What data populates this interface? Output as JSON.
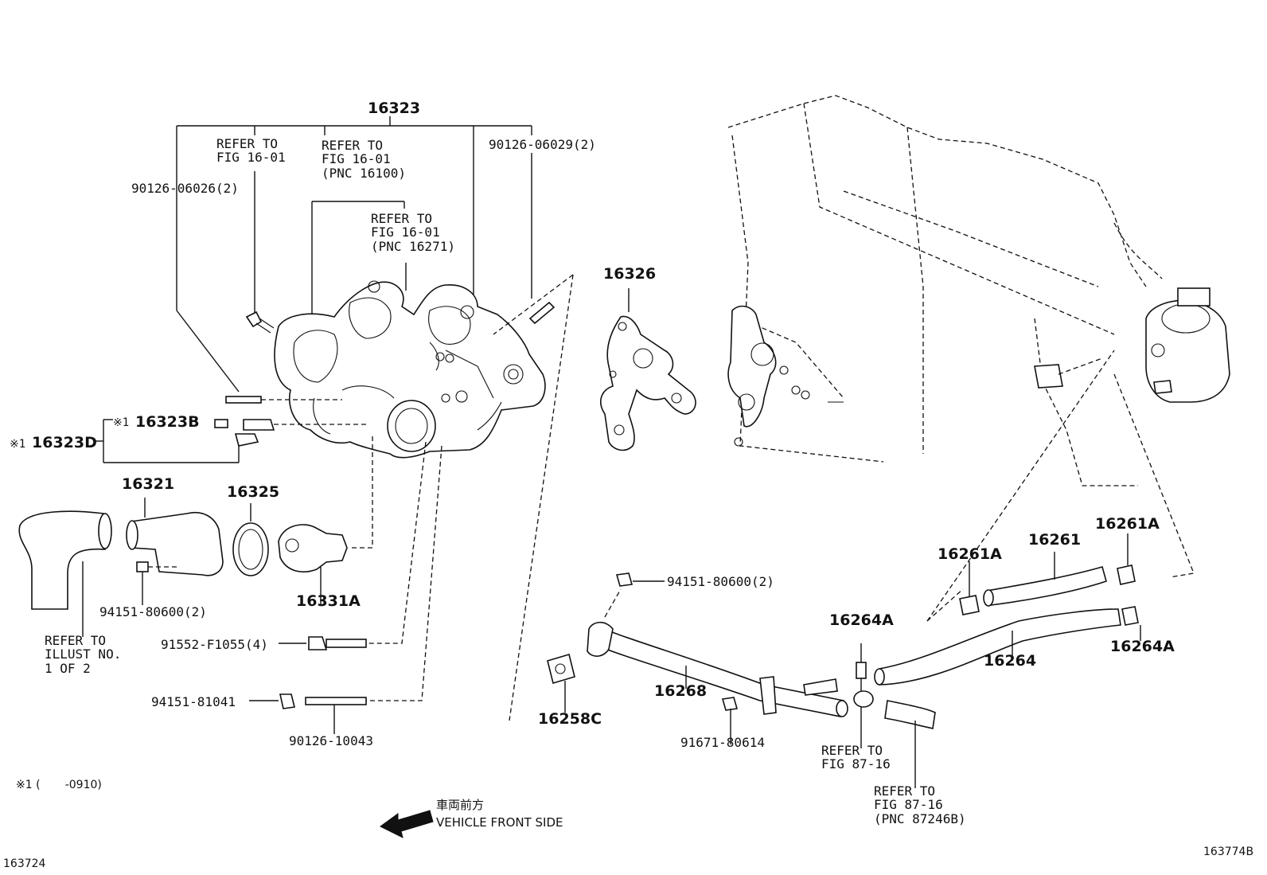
{
  "labels": {
    "p16323": "16323",
    "refer_fig16_01_a": "REFER TO\nFIG 16-01",
    "refer_fig16_01_b": "REFER TO\nFIG 16-01\n(PNC 16100)",
    "refer_fig16_01_c": "REFER TO\nFIG 16-01\n(PNC 16271)",
    "p90126_06029": "90126-06029(2)",
    "p90126_06026": "90126-06026(2)",
    "p16323B": "16323B",
    "p16323B_mark": "※1",
    "p16323D": "16323D",
    "p16323D_mark": "※1",
    "p16321": "16321",
    "p16325": "16325",
    "p16331A": "16331A",
    "p94151_80600_a": "94151-80600(2)",
    "refer_illust": "REFER TO\nILLUST NO.\n1 OF 2",
    "p91552_F1055": "91552-F1055(4)",
    "p94151_81041": "94151-81041",
    "p90126_10043": "90126-10043",
    "footnote": "※1 (       -0910)",
    "front_jp": "車両前方",
    "front_en": "VEHICLE FRONT SIDE",
    "p16326": "16326",
    "p94151_80600_b": "94151-80600(2)",
    "p16268": "16268",
    "p16258C": "16258C",
    "p91671_80614": "91671-80614",
    "p16264A_a": "16264A",
    "refer_fig87_16_a": "REFER TO\nFIG 87-16",
    "refer_fig87_16_b": "REFER TO\nFIG 87-16\n(PNC 87246B)",
    "p16261A_a": "16261A",
    "p16261": "16261",
    "p16261A_b": "16261A",
    "p16264": "16264",
    "p16264A_b": "16264A",
    "code_left": "163724",
    "code_right": "163774B"
  }
}
